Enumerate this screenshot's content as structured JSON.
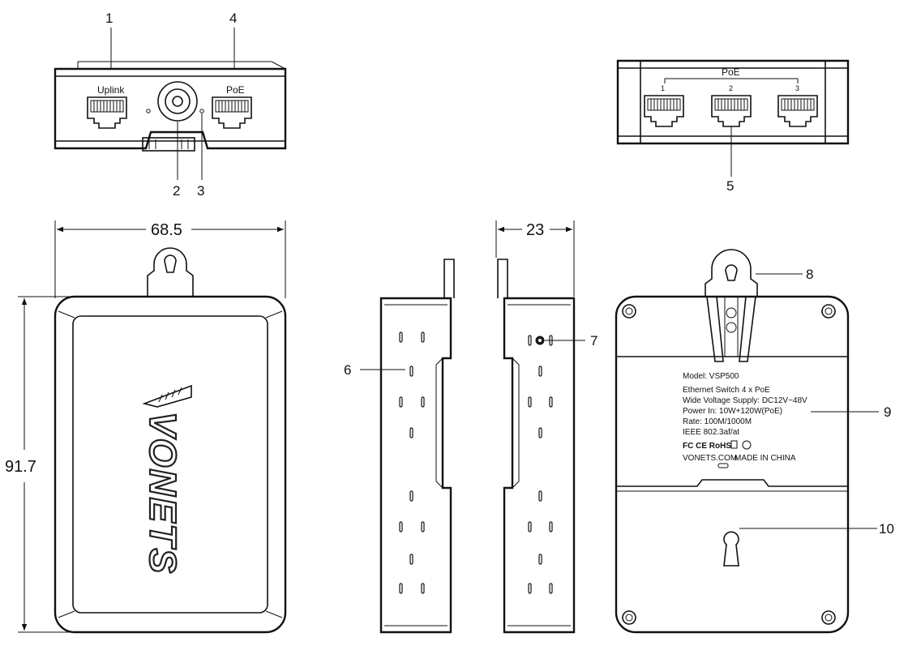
{
  "callouts": {
    "c1": "1",
    "c2": "2",
    "c3": "3",
    "c4": "4",
    "c5": "5",
    "c6": "6",
    "c7": "7",
    "c8": "8",
    "c9": "9",
    "c10": "10"
  },
  "front_view": {
    "uplink_label": "Uplink",
    "poe_label": "PoE"
  },
  "rear_view": {
    "poe_group_label": "PoE",
    "port_labels": [
      "1",
      "2",
      "3"
    ]
  },
  "dimensions": {
    "width": "68.5",
    "height": "91.7",
    "depth": "23"
  },
  "logo_text": "VONETS",
  "back_label": {
    "model": "Model: VSP500",
    "switch": "Ethernet Switch  4 x PoE",
    "voltage": "Wide Voltage Supply: DC12V~48V",
    "power": "Power In:  10W+120W(PoE)",
    "rate": "Rate:  100M/1000M",
    "ieee": "IEEE 802.3af/at",
    "certs": "FC CE RoHS",
    "brand": "VONETS.COM",
    "made": "MADE IN CHINA"
  },
  "colors": {
    "line": "#111111",
    "background": "#ffffff"
  }
}
